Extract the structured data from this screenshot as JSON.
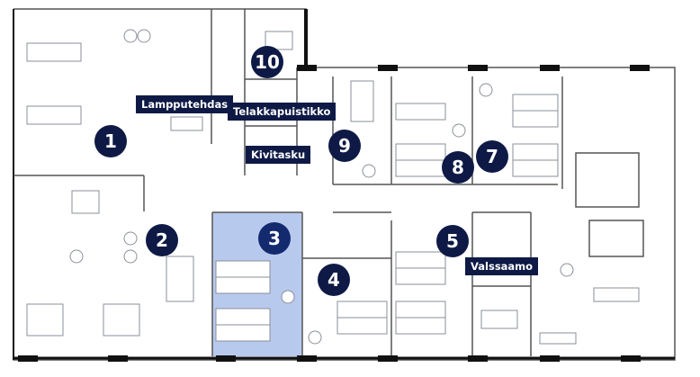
{
  "floorplan": {
    "colors": {
      "marker": "#0e1a45",
      "highlight": "#b8c9ee",
      "wall": "#111111",
      "line": "#8a8f9a"
    },
    "selected_room": "3",
    "rooms": [
      {
        "number": "1"
      },
      {
        "number": "2"
      },
      {
        "number": "3"
      },
      {
        "number": "4"
      },
      {
        "number": "5"
      },
      {
        "number": "7"
      },
      {
        "number": "8"
      },
      {
        "number": "9"
      },
      {
        "number": "10"
      }
    ],
    "labels": [
      "Lampputehdas",
      "Telakkapuistikko",
      "Kivitasku",
      "Valssaamo"
    ]
  }
}
